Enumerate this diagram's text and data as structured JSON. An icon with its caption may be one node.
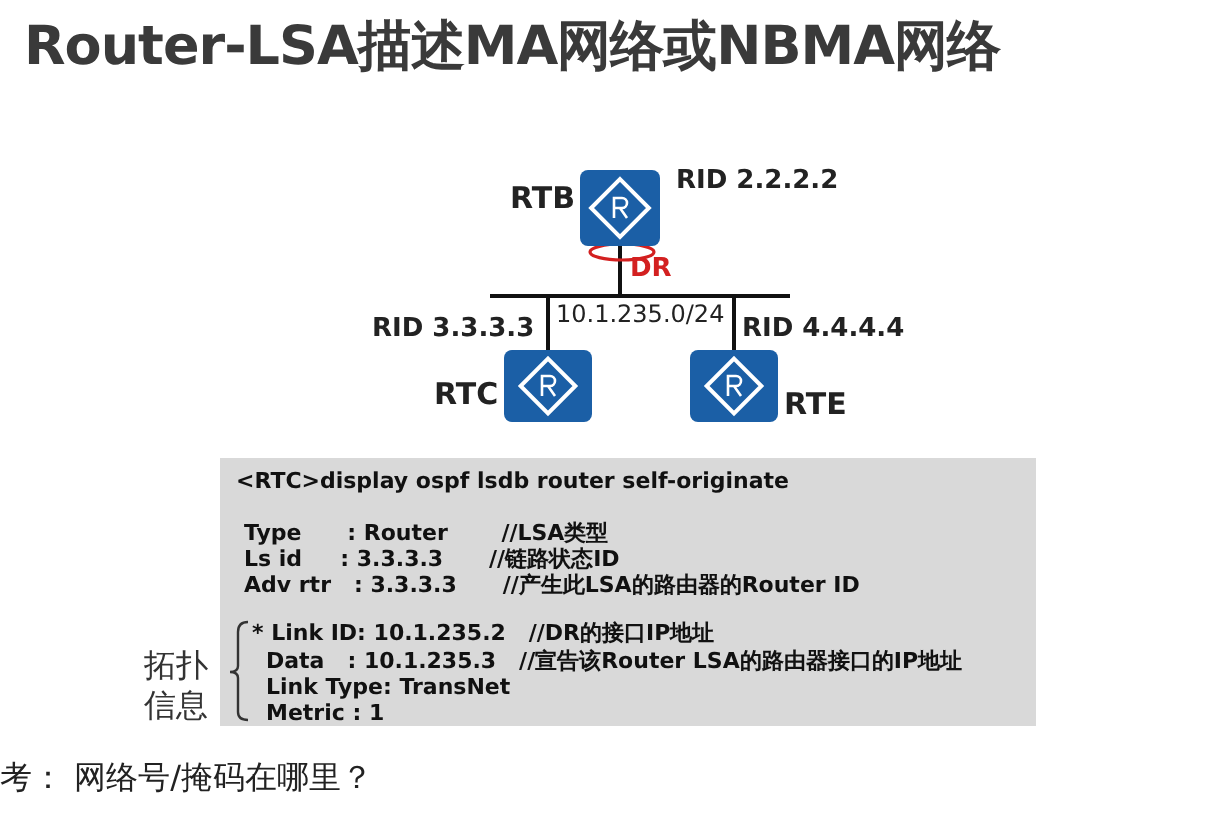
{
  "diagram": {
    "title": "Router-LSA描述MA网络或NBMA网络",
    "nodes": [
      {
        "text": [],
        "shape": "box",
        "beside": [
          "RTB",
          "RID 2.2.2.2"
        ]
      },
      {
        "text": [],
        "shape": "bar",
        "beside": [
          "10.1.235.0/24"
        ]
      },
      {
        "text": [],
        "shape": "box",
        "beside": [
          "RID 3.3.3.3",
          "RTC"
        ]
      },
      {
        "text": [],
        "shape": "box",
        "beside": [
          "RID 4.4.4.4",
          "RTE"
        ]
      },
      {
        "text": [
          "<RTC>display ospf lsdb router self-originate",
          "Type      : Router       //LSA类型",
          "Ls id     : 3.3.3.3      //链路状态ID",
          "Adv rtr   : 3.3.3.3      //产生此LSA的路由器的Router ID",
          "* Link ID: 10.1.235.2   //DR的接口IP地址",
          "Data   : 10.1.235.3   //宣告该Router LSA的路由器接口的IP地址",
          "Link Type: TransNet",
          "Metric : 1"
        ]
      }
    ],
    "edges": [
      {
        "from": 0,
        "to": 1,
        "arrow": "none"
      },
      {
        "from": 1,
        "to": 2,
        "arrow": "none"
      },
      {
        "from": 1,
        "to": 3,
        "arrow": "none"
      }
    ],
    "labels": [
      "DR",
      "拓扑信息",
      "考： 网络号/掩码在哪里？"
    ]
  }
}
